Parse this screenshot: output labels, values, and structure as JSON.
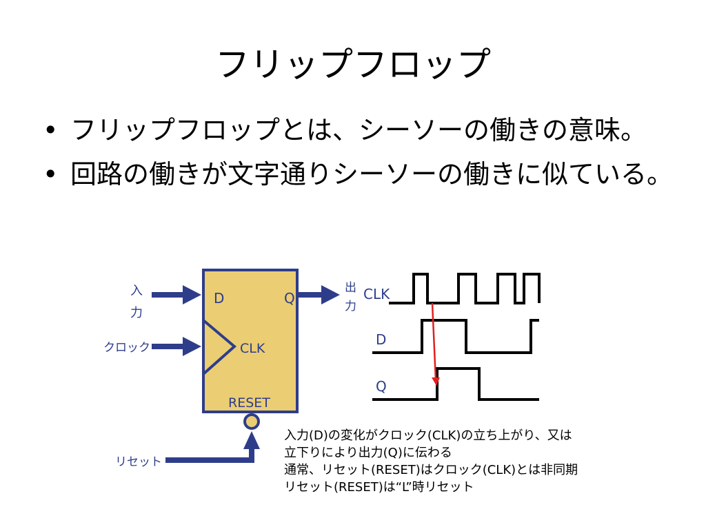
{
  "slide": {
    "title": "フリップフロップ",
    "bullets": [
      {
        "marker": "•",
        "text": "フリップフロップとは、シーソーの働きの意味。"
      },
      {
        "marker": "•",
        "text": "回路の働きが文字通りシーソーの働きに似ている。"
      }
    ]
  },
  "diagram": {
    "input_label": [
      "入",
      "力"
    ],
    "output_label": [
      "出",
      "力"
    ],
    "clock_label": "クロック",
    "reset_label": "リセット",
    "pin_d": "D",
    "pin_q": "Q",
    "pin_clk": "CLK",
    "pin_reset": "RESET",
    "box_color": "#ebcd73",
    "box_border": "#2e3d8a",
    "arrow_color": "#2e3d8a",
    "edge_marker_color": "#e02020"
  },
  "timing": {
    "signal_labels": {
      "clk": "CLK",
      "d": "D",
      "q": "Q"
    }
  },
  "note": {
    "lines": [
      "入力(D)の変化がクロック(CLK)の立ち上がり、又は",
      "立下りにより出力(Q)に伝わる",
      "通常、リセット(RESET)はクロック(CLK)とは非同期",
      "リセット(RESET)は“L”時リセット"
    ]
  }
}
